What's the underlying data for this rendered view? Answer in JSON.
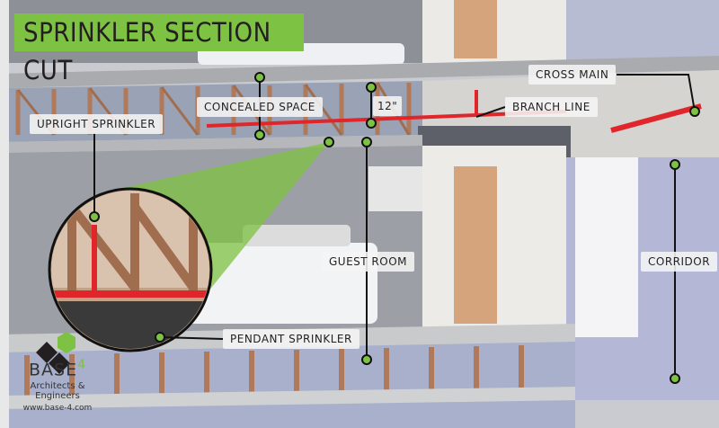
{
  "title": "SPRINKLER SECTION CUT",
  "labels": {
    "upright_sprinkler": "UPRIGHT SPRINKLER",
    "concealed_space": "CONCEALED SPACE",
    "dimension": "12\"",
    "cross_main": "CROSS MAIN",
    "branch_line": "BRANCH LINE",
    "guest_room": "GUEST ROOM",
    "corridor": "CORRIDOR",
    "pendant_sprinkler": "PENDANT SPRINKLER"
  },
  "brand": {
    "name": "BASE",
    "superscript": "4",
    "tagline": "Architects & Engineers",
    "url": "www.base-4.com"
  },
  "colors": {
    "accent_green": "#7dc242",
    "pipe_red": "#e0262b",
    "joist_wood": "#b07a5a",
    "leader_line": "#111111"
  }
}
